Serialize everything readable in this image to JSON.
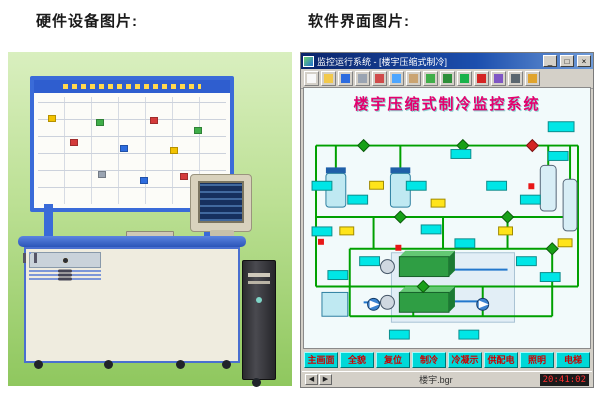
{
  "captions": {
    "hardware": "硬件设备图片:",
    "software": "软件界面图片:"
  },
  "window": {
    "title": "监控运行系统 - [楼宇压缩式制冷]",
    "controls": {
      "minimize": "_",
      "maximize": "□",
      "close": "×"
    },
    "main_title": "楼宇压缩式制冷监控系统",
    "toolbar_icons": [
      {
        "name": "new",
        "color": "#f8f8f8"
      },
      {
        "name": "open",
        "color": "#f2c94c"
      },
      {
        "name": "save",
        "color": "#2d6cdf"
      },
      {
        "name": "print",
        "color": "#9aa4b2"
      },
      {
        "name": "cut",
        "color": "#d04b4b"
      },
      {
        "name": "copy",
        "color": "#4da6ff"
      },
      {
        "name": "paste",
        "color": "#caa472"
      },
      {
        "name": "undo",
        "color": "#3fae49"
      },
      {
        "name": "redo",
        "color": "#2e8f3a"
      },
      {
        "name": "run",
        "color": "#19b24b"
      },
      {
        "name": "stop",
        "color": "#d42424"
      },
      {
        "name": "zoom",
        "color": "#7f56c5"
      },
      {
        "name": "grid",
        "color": "#5b6770"
      },
      {
        "name": "help",
        "color": "#e0a42e"
      }
    ],
    "nav_buttons": [
      "主画面",
      "全貌",
      "复位",
      "制冷",
      "冷凝示",
      "供配电",
      "照明",
      "电梯"
    ],
    "statusbar": {
      "pager": [
        "◀",
        "▶"
      ],
      "file": "楼宇.bgr",
      "time": "20:41:02"
    }
  },
  "colors": {
    "backdrop_green": "#b7dd8e",
    "console_blue": "#3a6bd8",
    "title_red": "#e4006e",
    "button_cyan": "#00d8d8",
    "pipe_green": "#00a000"
  }
}
